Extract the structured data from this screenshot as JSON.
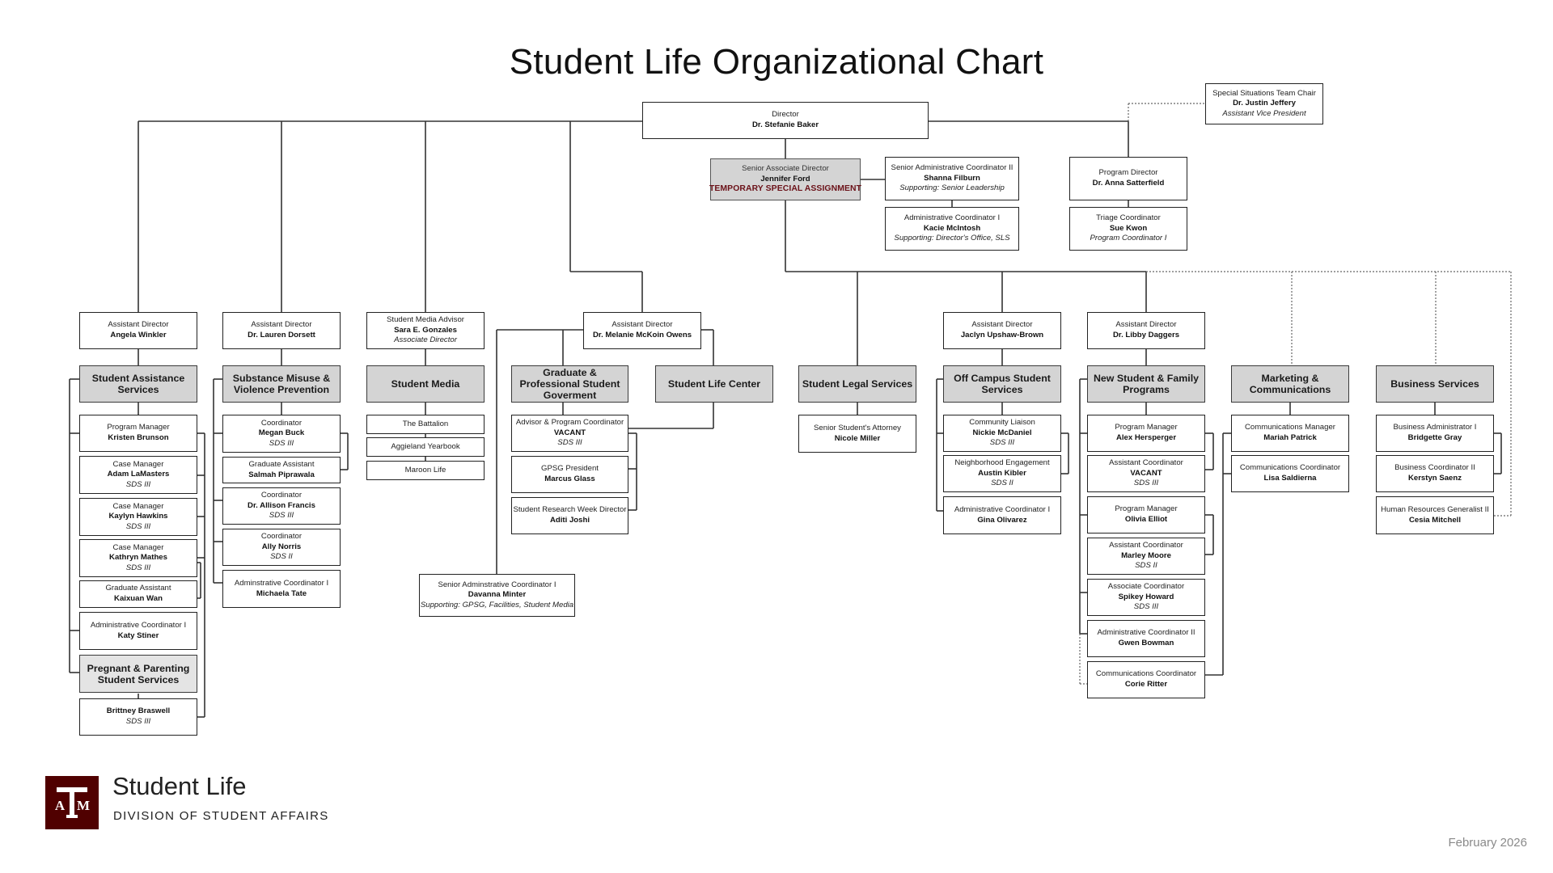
{
  "title": "Student Life Organizational Chart",
  "director": {
    "role": "Director",
    "name": "Dr. Stefanie Baker"
  },
  "special_situations": {
    "role": "Special Situations Team Chair",
    "name": "Dr. Justin Jeffery",
    "note": "Assistant Vice President"
  },
  "senior_associate": {
    "role": "Senior Associate Director",
    "name": "Jennifer Ford",
    "alert": "TEMPORARY SPECIAL ASSIGNMENT"
  },
  "senior_admin": {
    "role": "Senior Administrative Coordinator II",
    "name": "Shanna Filburn",
    "note": "Supporting: Senior Leadership"
  },
  "admin_coord": {
    "role": "Administrative Coordinator I",
    "name": "Kacie McIntosh",
    "note": "Supporting: Director's Office, SLS"
  },
  "program_director": {
    "role": "Program Director",
    "name": "Dr. Anna Satterfield"
  },
  "triage": {
    "role": "Triage Coordinator",
    "name": "Sue Kwon",
    "note": "Program Coordinator I"
  },
  "columns": {
    "sas": {
      "lead": {
        "role": "Assistant Director",
        "name": "Angela Winkler"
      },
      "dept": "Student Assistance Services",
      "staff": [
        {
          "role": "Program Manager",
          "name": "Kristen Brunson"
        },
        {
          "role": "Case Manager",
          "name": "Adam LaMasters",
          "note": "SDS III"
        },
        {
          "role": "Case Manager",
          "name": "Kaylyn Hawkins",
          "note": "SDS III"
        },
        {
          "role": "Case Manager",
          "name": "Kathryn Mathes",
          "note": "SDS III"
        },
        {
          "role": "Graduate Assistant",
          "name": "Kaixuan Wan"
        },
        {
          "role": "Administrative Coordinator I",
          "name": "Katy Stiner"
        }
      ],
      "subdept": "Pregnant & Parenting Student Services",
      "substaff": {
        "name": "Brittney Braswell",
        "note": "SDS III"
      }
    },
    "smvp": {
      "lead": {
        "role": "Assistant Director",
        "name": "Dr. Lauren Dorsett"
      },
      "dept": "Substance Misuse & Violence Prevention",
      "staff": [
        {
          "role": "Coordinator",
          "name": "Megan Buck",
          "note": "SDS III"
        },
        {
          "role": "Graduate Assistant",
          "name": "Salmah Piprawala"
        },
        {
          "role": "Coordinator",
          "name": "Dr. Allison Francis",
          "note": "SDS III"
        },
        {
          "role": "Coordinator",
          "name": "Ally Norris",
          "note": "SDS II"
        },
        {
          "role": "Adminstrative Coordinator I",
          "name": "Michaela Tate"
        }
      ]
    },
    "media": {
      "lead": {
        "role": "Student Media Advisor",
        "name": "Sara E. Gonzales",
        "note": "Associate Director"
      },
      "dept": "Student Media",
      "staff": [
        "The Battalion",
        "Aggieland Yearbook",
        "Maroon Life"
      ]
    },
    "melanie": {
      "role": "Assistant Director",
      "name": "Dr. Melanie McKoin Owens"
    },
    "gpsg": {
      "dept": "Graduate & Professional Student Goverment",
      "staff": [
        {
          "role": "Advisor & Program Coordinator",
          "name": "VACANT",
          "note": "SDS III"
        },
        {
          "role": "GPSG President",
          "name": "Marcus Glass"
        },
        {
          "role": "Student Research Week Director",
          "name": "Aditi Joshi"
        }
      ]
    },
    "slc": {
      "dept": "Student Life Center"
    },
    "davanna": {
      "role": "Senior Adminstrative Coordinator I",
      "name": "Davanna Minter",
      "note": "Supporting: GPSG, Facilities, Student Media"
    },
    "sls": {
      "dept": "Student Legal Services",
      "staff": [
        {
          "role": "Senior Student's Attorney",
          "name": "Nicole Miller"
        }
      ]
    },
    "ocss": {
      "lead": {
        "role": "Assistant Director",
        "name": "Jaclyn Upshaw-Brown"
      },
      "dept": "Off Campus Student Services",
      "staff": [
        {
          "role": "Community Liaison",
          "name": "Nickie McDaniel",
          "note": "SDS III"
        },
        {
          "role": "Neighborhood Engagement",
          "name": "Austin Kibler",
          "note": "SDS II"
        },
        {
          "role": "Administrative Coordinator I",
          "name": "Gina Olivarez"
        }
      ]
    },
    "nsfp": {
      "lead": {
        "role": "Assistant Director",
        "name": "Dr. Libby Daggers"
      },
      "dept": "New Student & Family Programs",
      "staff": [
        {
          "role": "Program Manager",
          "name": "Alex Hersperger"
        },
        {
          "role": "Assistant Coordinator",
          "name": "VACANT",
          "note": "SDS III"
        },
        {
          "role": "Program Manager",
          "name": "Olivia Elliot"
        },
        {
          "role": "Assistant Coordinator",
          "name": "Marley Moore",
          "note": "SDS II"
        },
        {
          "role": "Associate Coordinator",
          "name": "Spikey Howard",
          "note": "SDS III"
        },
        {
          "role": "Administrative Coordinator II",
          "name": "Gwen Bowman"
        },
        {
          "role": "Communications Coordinator",
          "name": "Corie Ritter"
        }
      ]
    },
    "mkt": {
      "dept": "Marketing & Communications",
      "staff": [
        {
          "role": "Communications Manager",
          "name": "Mariah Patrick"
        },
        {
          "role": "Communications Coordinator",
          "name": "Lisa Saldierna"
        }
      ]
    },
    "biz": {
      "dept": "Business Services",
      "staff": [
        {
          "role": "Business Administrator I",
          "name": "Bridgette Gray"
        },
        {
          "role": "Business Coordinator II",
          "name": "Kerstyn Saenz"
        },
        {
          "role": "Human Resources Generalist II",
          "name": "Cesia Mitchell"
        }
      ]
    }
  },
  "footer": {
    "logo_mark": "ATM",
    "unit": "Student Life",
    "division": "DIVISION OF STUDENT AFFAIRS",
    "date": "February 2026"
  },
  "colors": {
    "brand_maroon": "#500000",
    "dept_fill": "#d4d4d4",
    "alert_text": "#6b1118"
  }
}
